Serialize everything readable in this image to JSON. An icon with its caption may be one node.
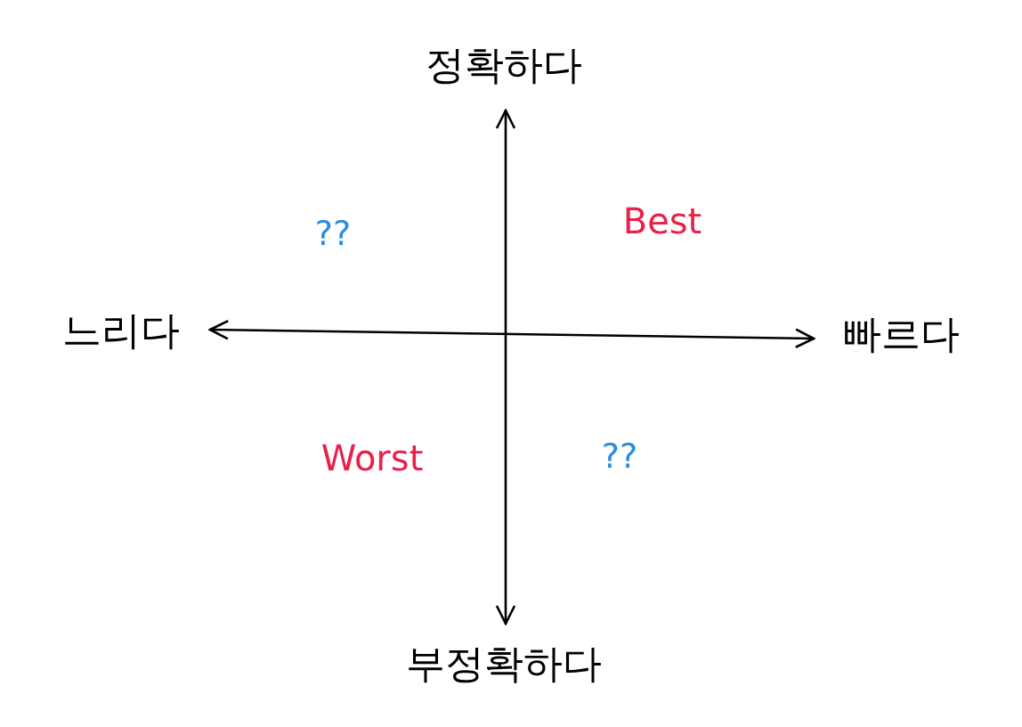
{
  "diagram": {
    "labels": [
      "정확하다",
      "??",
      "Best",
      "느리다",
      "빠르다",
      "Worst",
      "??",
      "부정확하다"
    ]
  }
}
